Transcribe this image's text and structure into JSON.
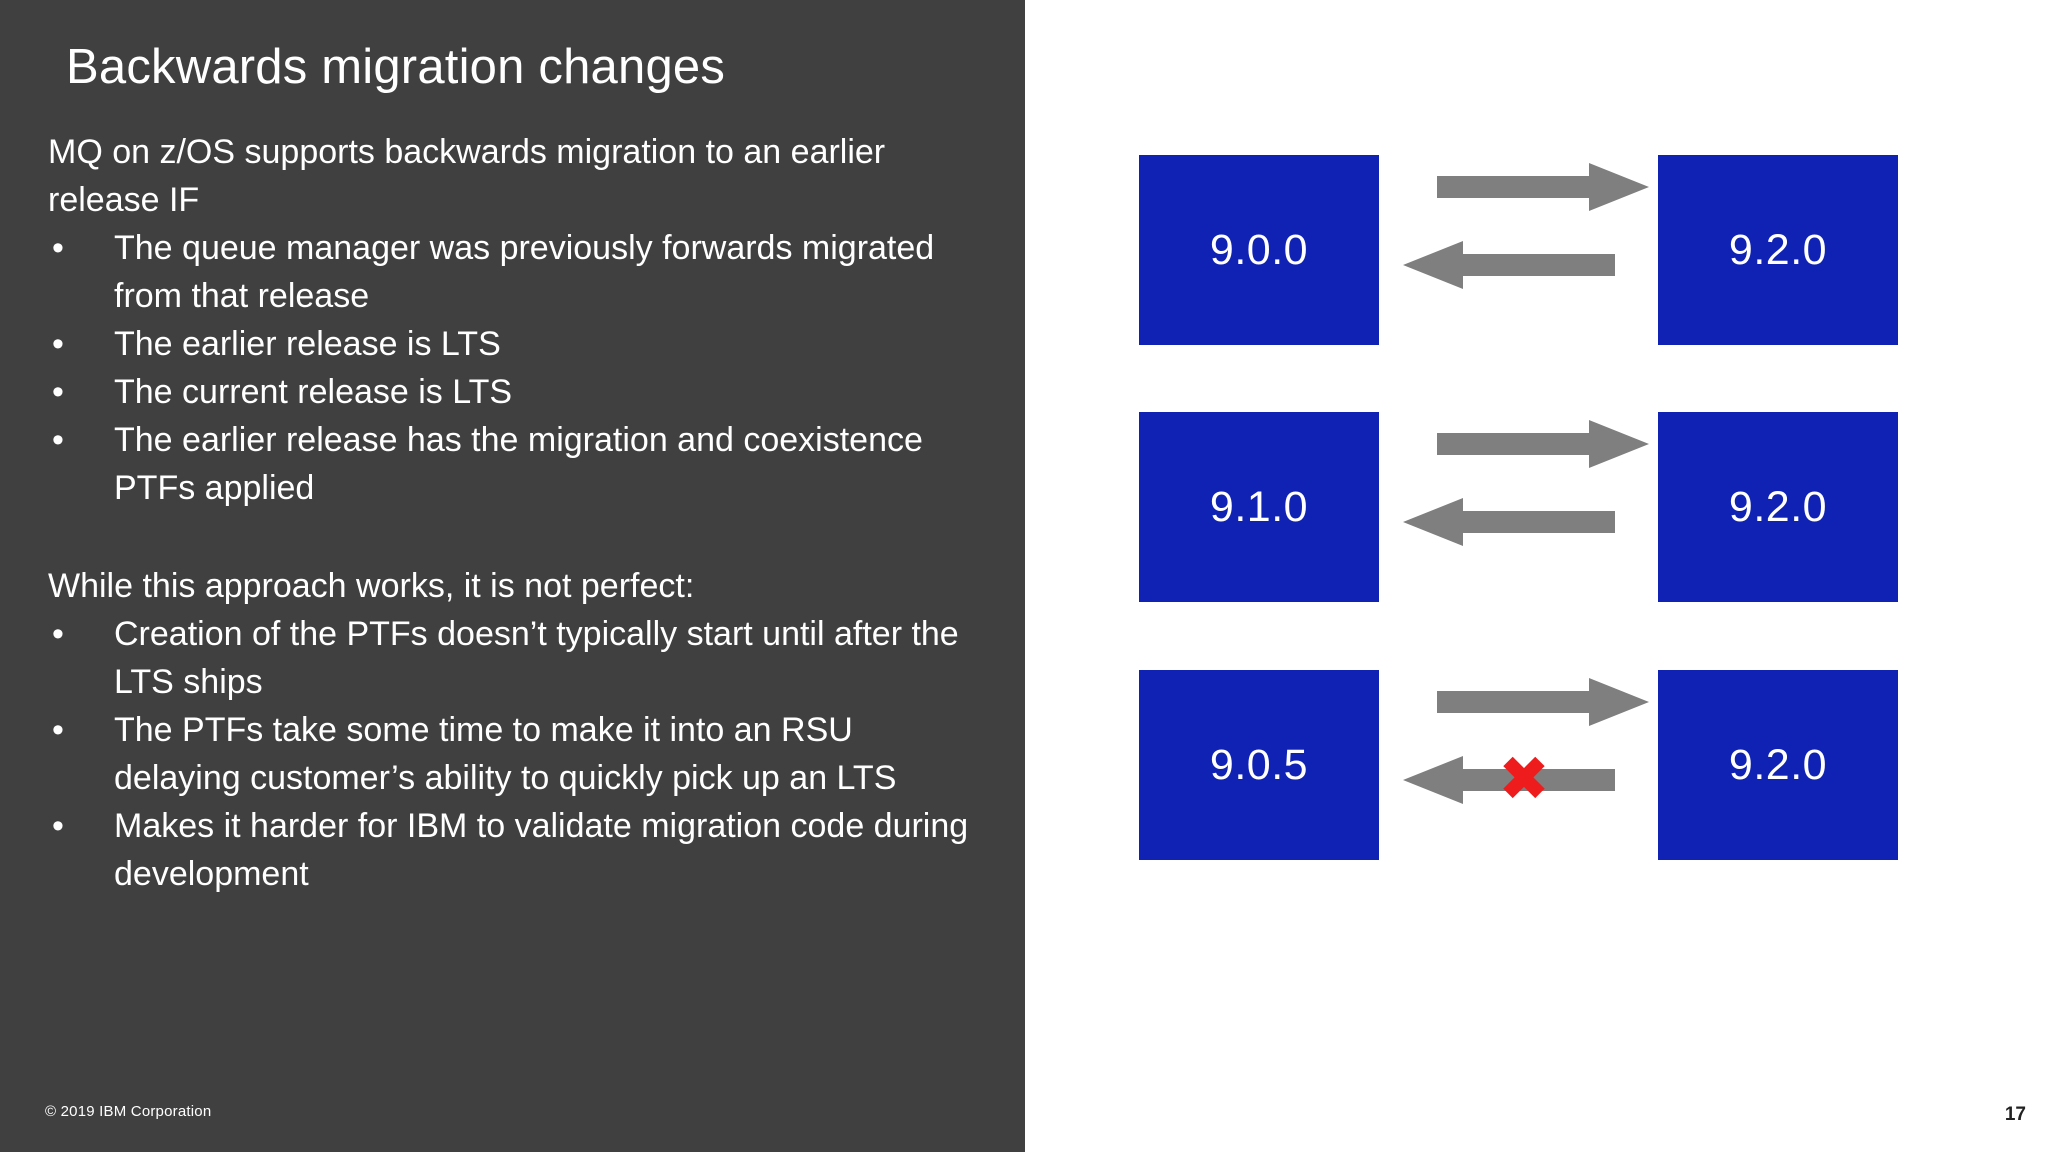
{
  "slide": {
    "title": "Backwards migration changes",
    "page_number": "17",
    "copyright": "© 2019 IBM Corporation",
    "panel_color": "#404040",
    "box_color": "#0F22B4",
    "arrow_color": "#7F7F7F",
    "no_mark_color": "#EE1C1C"
  },
  "content": {
    "paragraph_1": {
      "lead": "MQ on z/OS supports backwards migration to an earlier release IF",
      "bullets": [
        "The queue manager was previously forwards migrated from that release",
        "The earlier release is LTS",
        "The current release is LTS",
        "The earlier release has the migration and coexistence PTFs applied"
      ]
    },
    "paragraph_2": {
      "lead": "While this approach works, it is not perfect:",
      "bullets": [
        "Creation of the PTFs doesn’t typically start until after the LTS ships",
        "The PTFs take some time to make it into an RSU delaying customer’s ability to quickly pick up an LTS",
        "Makes it harder for IBM to validate migration code during development"
      ]
    }
  },
  "diagram": {
    "rows": [
      {
        "left_label": "9.0.0",
        "right_label": "9.2.0",
        "forward_arrow": "arrow-right",
        "backward_arrow": "arrow-left",
        "backward_blocked": false,
        "no_mark": ""
      },
      {
        "left_label": "9.1.0",
        "right_label": "9.2.0",
        "forward_arrow": "arrow-right",
        "backward_arrow": "arrow-left",
        "backward_blocked": false,
        "no_mark": ""
      },
      {
        "left_label": "9.0.5",
        "right_label": "9.2.0",
        "forward_arrow": "arrow-right",
        "backward_arrow": "arrow-left",
        "backward_blocked": true,
        "no_mark": "✖"
      }
    ]
  }
}
